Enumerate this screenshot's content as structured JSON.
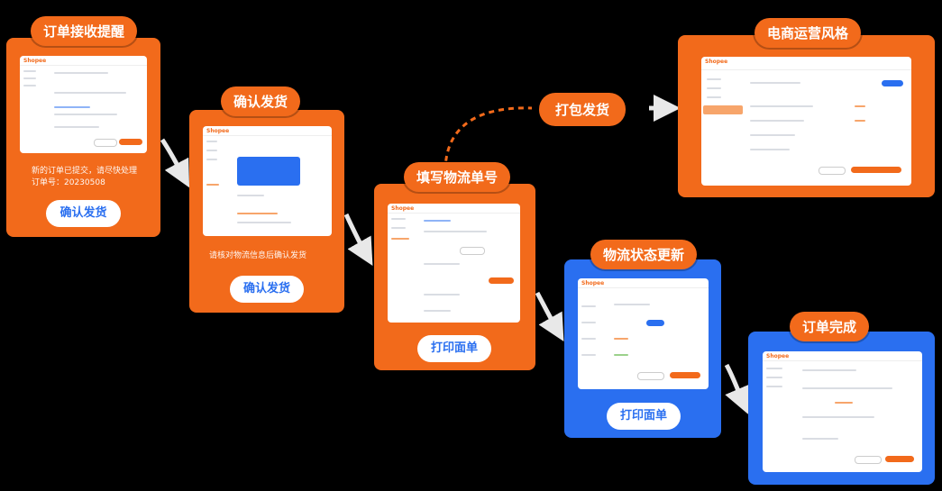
{
  "steps": [
    {
      "title": "订单接收提醒",
      "button": "确认发货",
      "caption_lines": [
        "新的订单已提交，请尽快处理",
        "订单号：20230508"
      ]
    },
    {
      "title": "确认发货",
      "button": "确认发货",
      "caption_lines": [
        "请核对物流信息后确认发货"
      ]
    },
    {
      "title": "填写物流单号",
      "button": "打印面单"
    },
    {
      "title": "物流状态更新",
      "button": "打印面单"
    },
    {
      "title": "订单完成"
    },
    {
      "title": "电商运营风格"
    }
  ],
  "side_label": "打包发货",
  "app_logo": "Shopee",
  "colors": {
    "orange": "#f26a1b",
    "blue": "#2a6ff0",
    "background": "#000000"
  }
}
